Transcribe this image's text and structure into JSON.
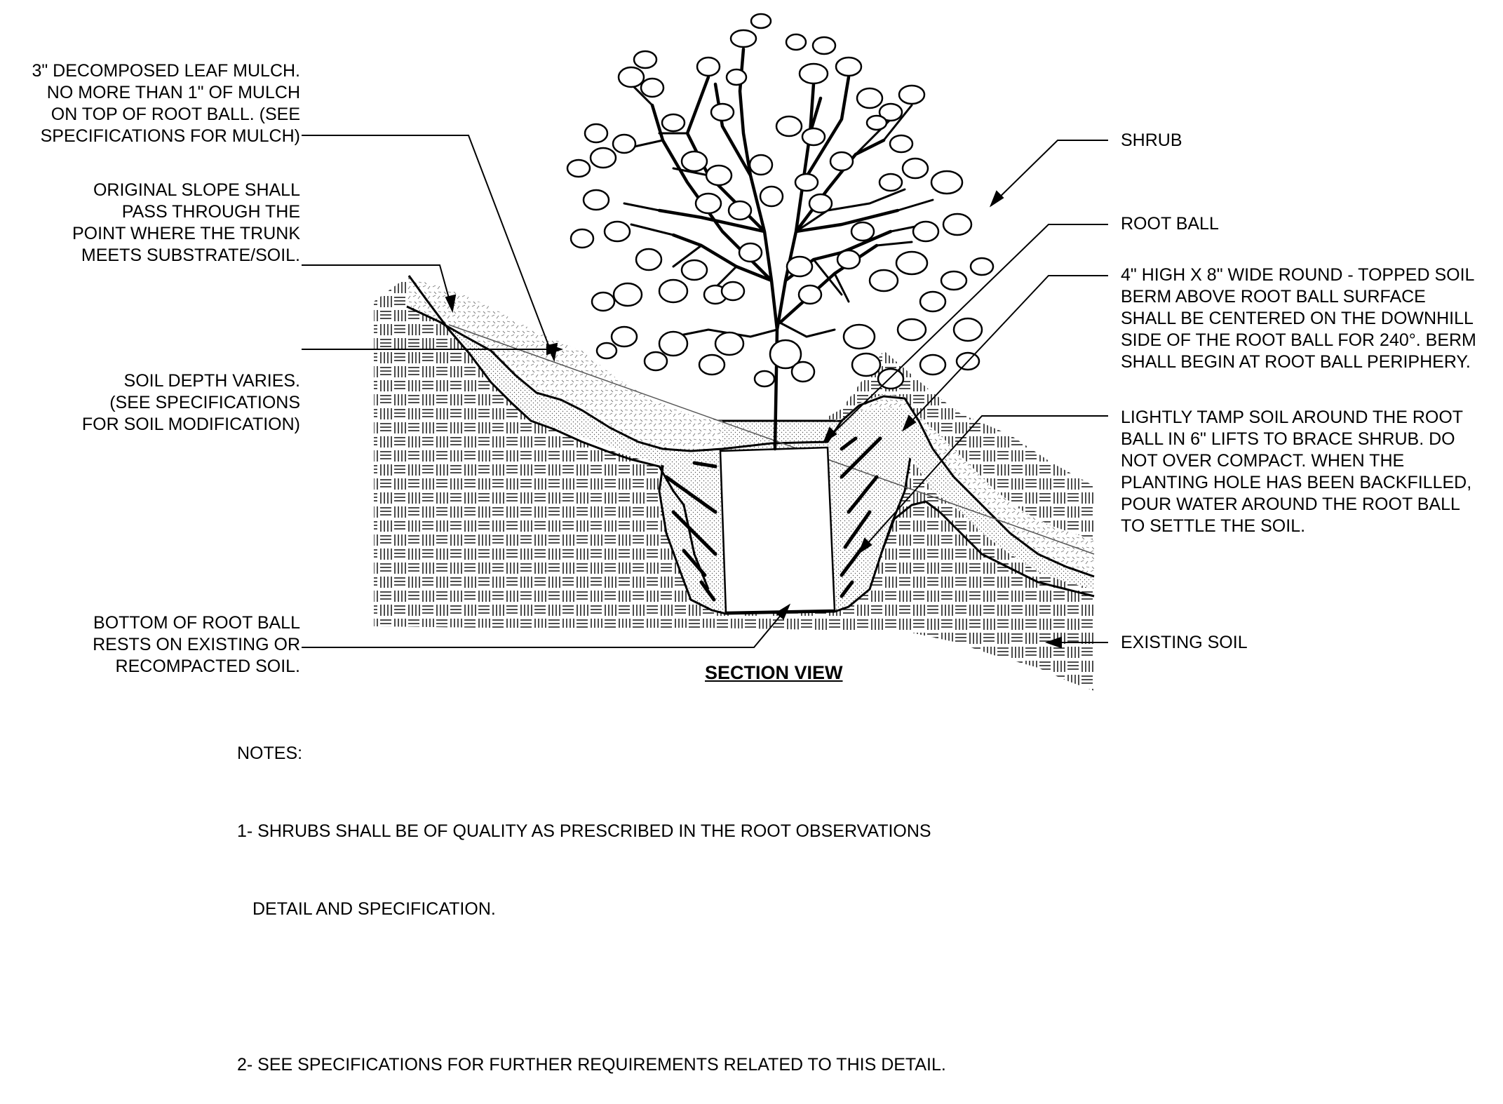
{
  "labels": {
    "mulch": "3\" DECOMPOSED LEAF MULCH.\nNO MORE THAN 1\" OF MULCH\nON TOP OF ROOT BALL. (SEE\nSPECIFICATIONS FOR MULCH)",
    "slope": "ORIGINAL SLOPE SHALL\nPASS THROUGH THE\nPOINT WHERE THE TRUNK\nMEETS SUBSTRATE/SOIL.",
    "soil_depth": "SOIL DEPTH VARIES.\n(SEE SPECIFICATIONS\nFOR SOIL MODIFICATION)",
    "bottom": "BOTTOM OF ROOT BALL\nRESTS ON EXISTING OR\nRECOMPACTED SOIL.",
    "shrub": "SHRUB",
    "root_ball": "ROOT BALL",
    "berm": "4\" HIGH X 8\" WIDE ROUND - TOPPED SOIL\nBERM ABOVE ROOT BALL SURFACE\nSHALL BE CENTERED ON THE DOWNHILL\nSIDE OF THE ROOT BALL FOR 240°. BERM\nSHALL BEGIN AT ROOT BALL PERIPHERY.",
    "tamp": "LIGHTLY TAMP SOIL AROUND THE ROOT\nBALL IN 6\" LIFTS TO BRACE SHRUB. DO\nNOT OVER COMPACT. WHEN THE\nPLANTING HOLE HAS BEEN BACKFILLED,\nPOUR WATER AROUND THE ROOT BALL\nTO SETTLE THE SOIL.",
    "existing_soil": "EXISTING SOIL"
  },
  "title": "SECTION VIEW",
  "notes": {
    "heading": "NOTES:",
    "note1_line1": "1- SHRUBS SHALL BE OF QUALITY AS PRESCRIBED IN THE ROOT OBSERVATIONS",
    "note1_line2": "DETAIL AND SPECIFICATION.",
    "note2": "2- SEE SPECIFICATIONS FOR FURTHER REQUIREMENTS RELATED TO THIS DETAIL."
  }
}
